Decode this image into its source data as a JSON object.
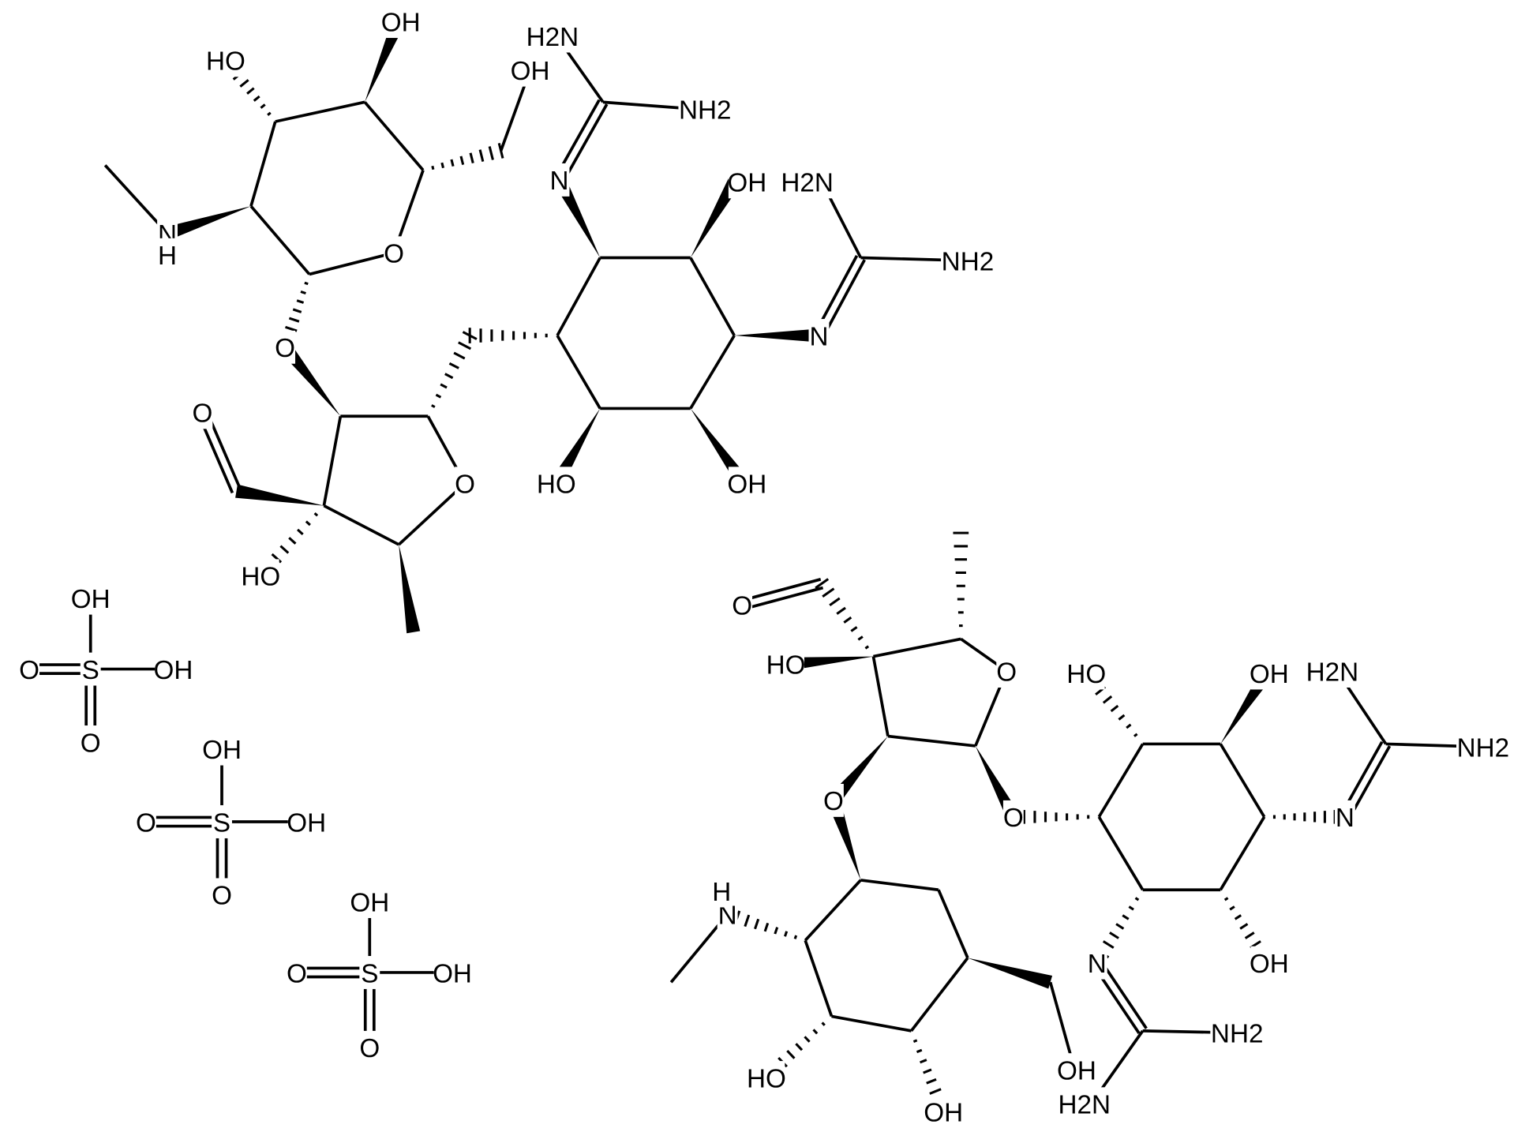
{
  "title": "Streptomycin sulfate",
  "molecule_a": {
    "labels": [
      "OH",
      "HO",
      "OH",
      "N",
      "H",
      "O",
      "O",
      "O",
      "HO",
      "O",
      "N",
      "H2N",
      "NH2",
      "OH",
      "N",
      "H2N",
      "NH2",
      "HO",
      "OH"
    ]
  },
  "molecule_b": {
    "labels": [
      "O",
      "HO",
      "O",
      "O",
      "O",
      "OH",
      "OH",
      "HO",
      "N",
      "H",
      "HO",
      "OH",
      "N",
      "OH",
      "N",
      "H2N",
      "NH2",
      "NH2",
      "H2N"
    ]
  },
  "sulfates": [
    {
      "S": "S",
      "labels": [
        "OH",
        "OH",
        "O",
        "O"
      ]
    },
    {
      "S": "S",
      "labels": [
        "OH",
        "OH",
        "O",
        "O"
      ]
    },
    {
      "S": "S",
      "labels": [
        "OH",
        "OH",
        "O",
        "O"
      ]
    }
  ]
}
